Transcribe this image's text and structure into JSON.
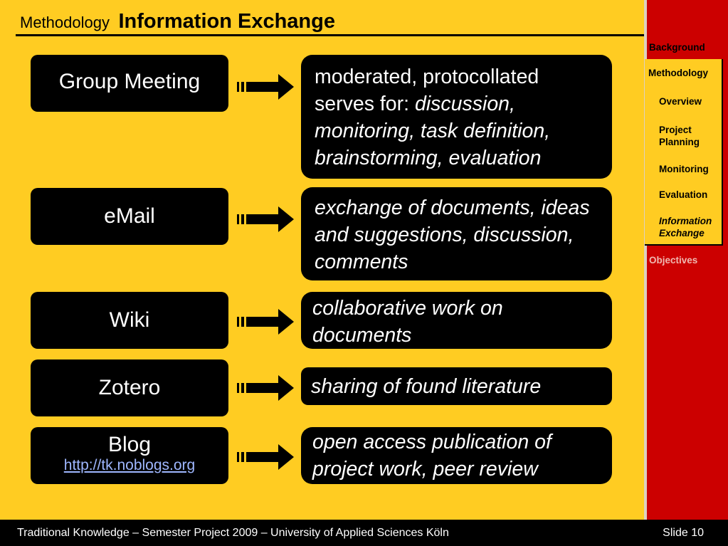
{
  "header": {
    "section": "Methodology",
    "title": "Information Exchange"
  },
  "rows": [
    {
      "left": "Group Meeting",
      "right_plain": "moderated, protocollated serves for: ",
      "right_italic": "discussion, monitoring, task definition, brainstorming, evaluation"
    },
    {
      "left": "eMail",
      "right_italic": "exchange of documents, ideas and suggestions, discussion, comments"
    },
    {
      "left": "Wiki",
      "right_italic": "collaborative work on documents"
    },
    {
      "left": "Zotero",
      "right_italic": "sharing of found literature"
    },
    {
      "left": "Blog",
      "link": "http://tk.noblogs.org",
      "right_italic": "open access publication of project work, peer review"
    }
  ],
  "sidebar": {
    "background": "Background",
    "methodology": "Methodology",
    "overview": "Overview",
    "project_planning": "Project Planning",
    "monitoring": "Monitoring",
    "evaluation": "Evaluation",
    "information_exchange": "Information Exchange",
    "objectives": "Objectives"
  },
  "footer": {
    "left": "Traditional Knowledge – Semester Project 2009 – University of Applied Sciences Köln",
    "right": "Slide 10"
  },
  "colors": {
    "background": "#ffcc22",
    "sidebar": "#cc0000",
    "box": "#000000",
    "link": "#9fb7ff"
  }
}
